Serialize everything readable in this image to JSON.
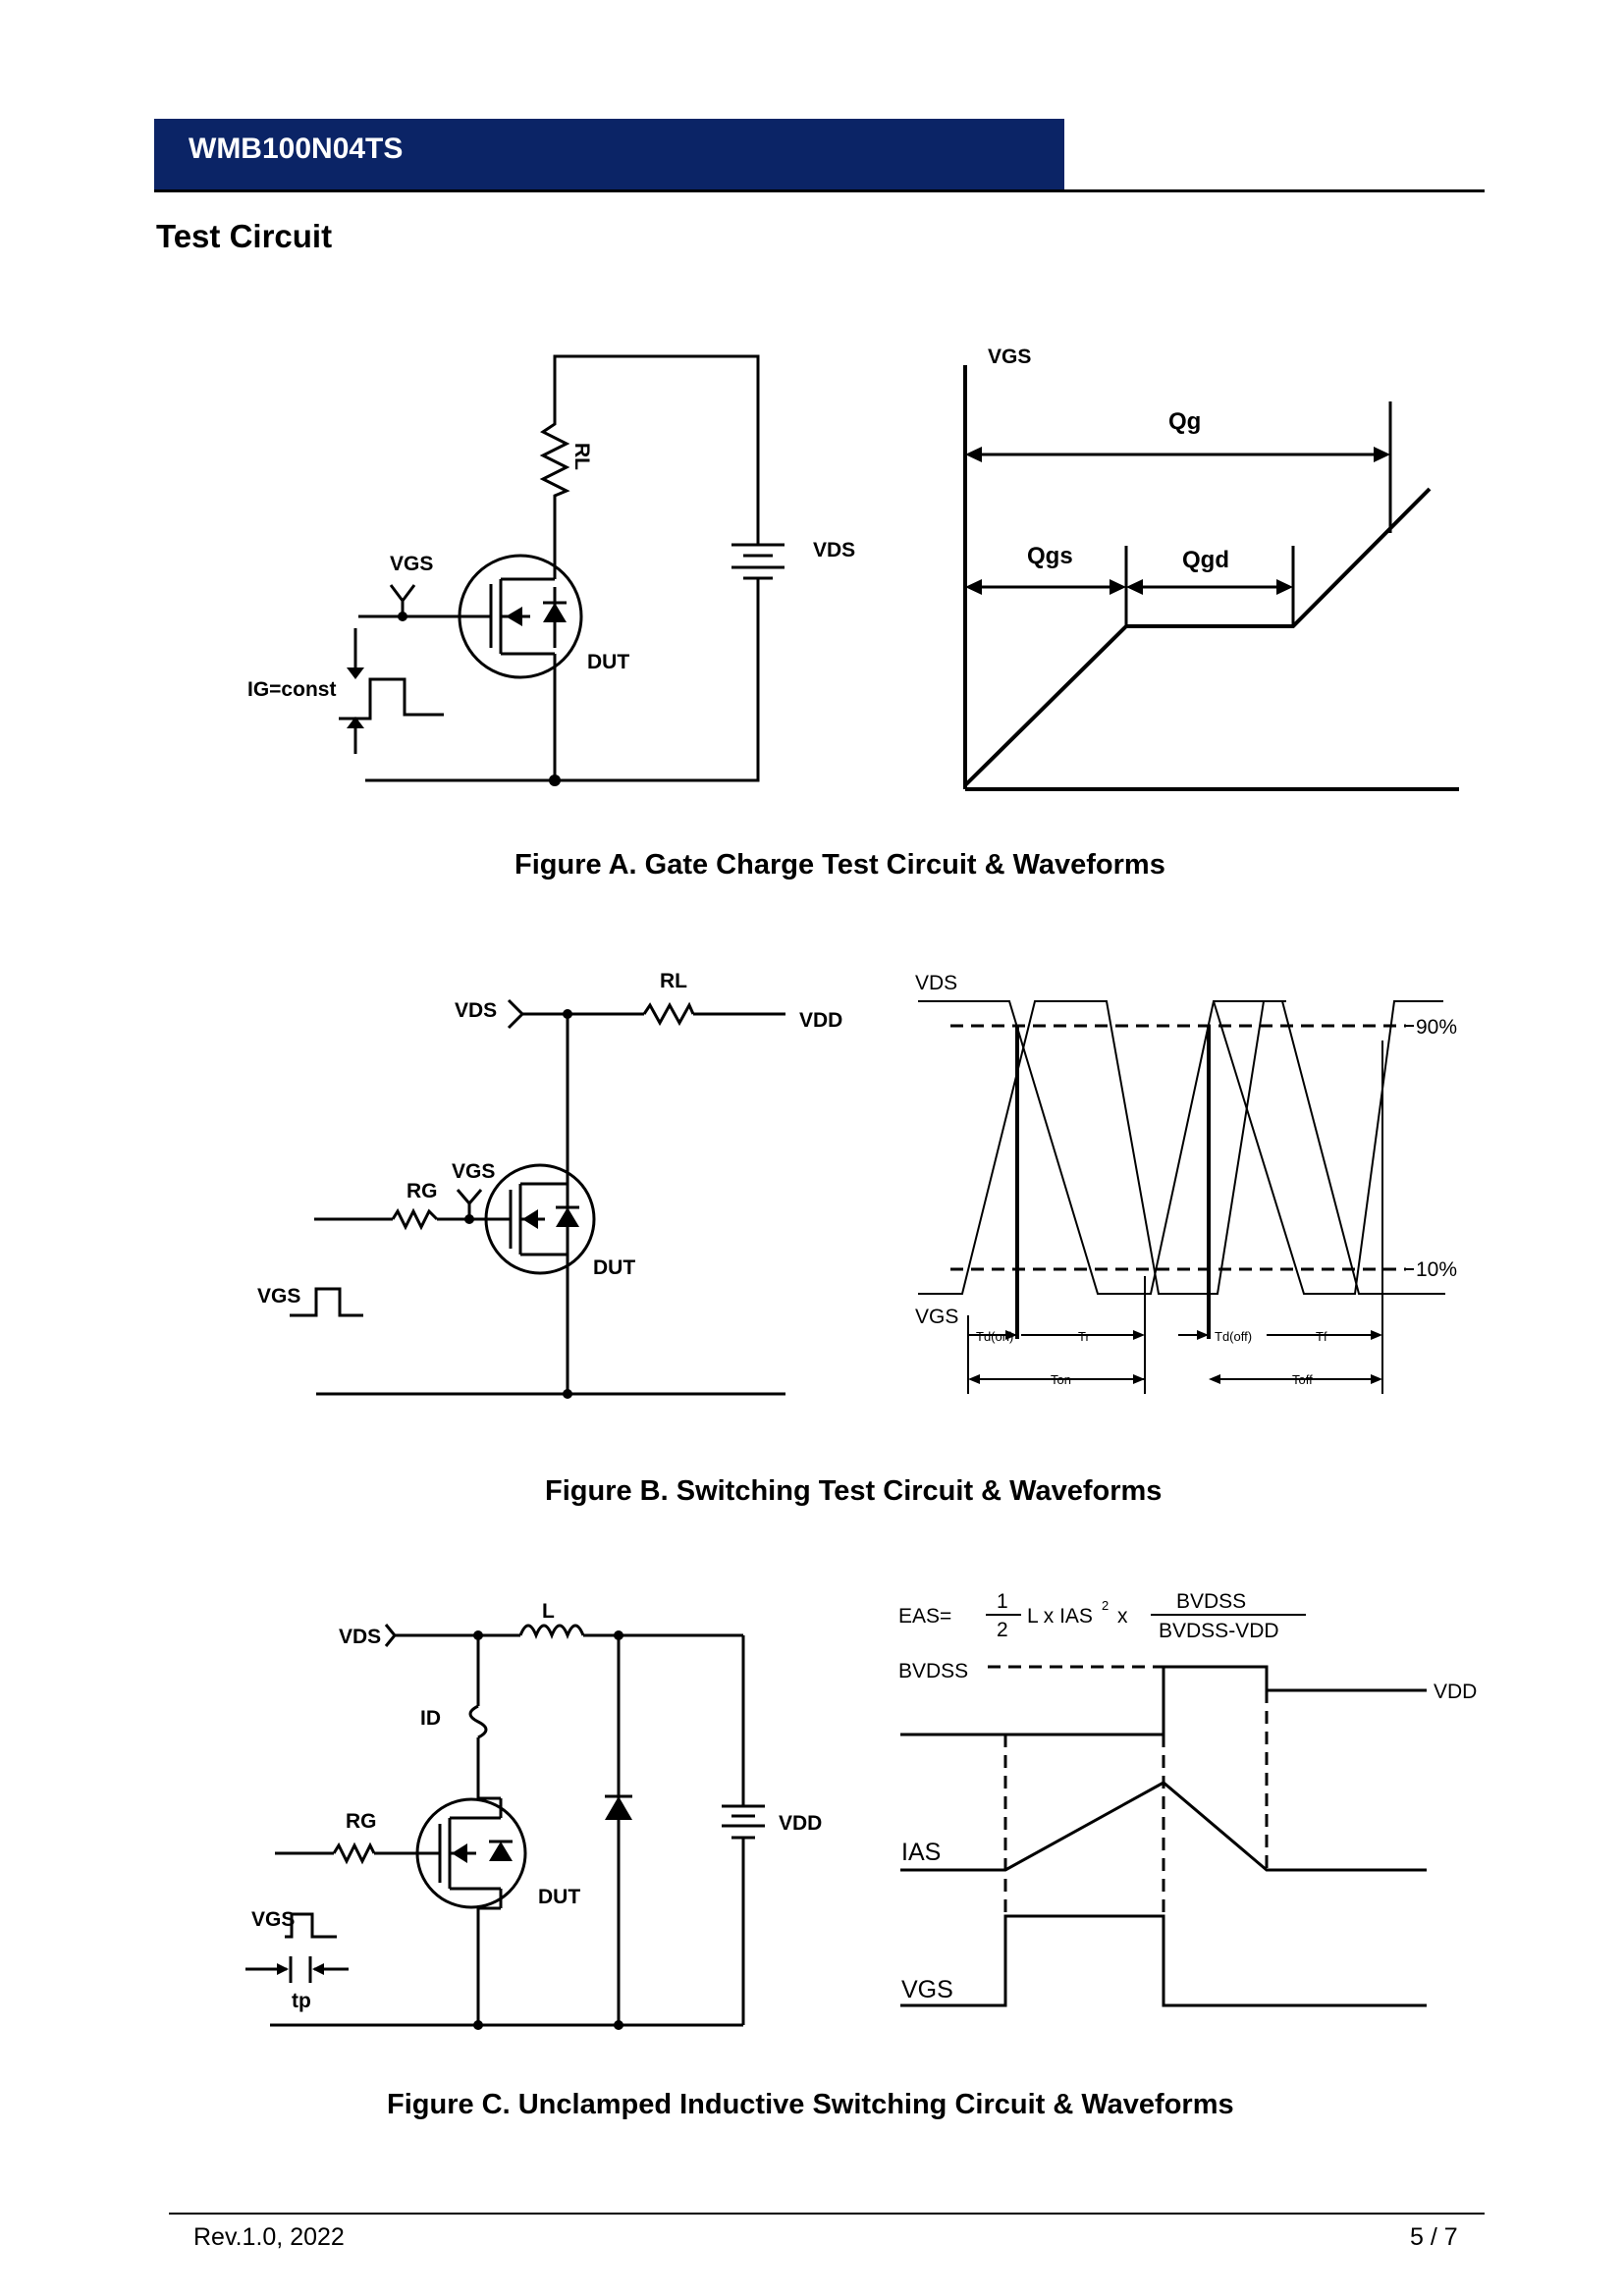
{
  "header": {
    "title": "WMB100N04TS"
  },
  "section": {
    "title": "Test Circuit"
  },
  "figure_a": {
    "caption": "Figure A. Gate Charge Test Circuit & Waveforms",
    "circuit": {
      "rl": "RL",
      "vgs": "VGS",
      "vds": "VDS",
      "dut": "DUT",
      "ig": "IG=const"
    },
    "waveform": {
      "vgs": "VGS",
      "qg": "Qg",
      "qgs": "Qgs",
      "qgd": "Qgd"
    }
  },
  "figure_b": {
    "caption": "Figure B. Switching Test Circuit & Waveforms",
    "circuit": {
      "vds": "VDS",
      "rl": "RL",
      "vdd": "VDD",
      "vgs_node": "VGS",
      "rg": "RG",
      "dut": "DUT",
      "vgs_pulse": "VGS"
    },
    "waveform": {
      "vds": "VDS",
      "vgs": "VGS",
      "p90": "90%",
      "p10": "10%",
      "td_on": "Td(on)",
      "tr": "Tr",
      "td_off": "Td(off)",
      "tf": "Tf",
      "ton": "Ton",
      "toff": "Toff"
    }
  },
  "figure_c": {
    "caption": "Figure C. Unclamped Inductive Switching Circuit & Waveforms",
    "circuit": {
      "vds": "VDS",
      "l": "L",
      "id": "ID",
      "rg": "RG",
      "dut": "DUT",
      "vdd": "VDD",
      "vgs": "VGS",
      "tp": "tp"
    },
    "waveform": {
      "eas": "EAS=",
      "num": "1",
      "den": "2",
      "l_ias": "L x IAS",
      "sq": "2",
      "x": "x",
      "bvdss_num": "BVDSS",
      "bvdss_den": "BVDSS-VDD",
      "bvdss": "BVDSS",
      "vdd": "VDD",
      "ias": "IAS",
      "vgs": "VGS"
    }
  },
  "footer": {
    "revision": "Rev.1.0, 2022",
    "page": "5 / 7"
  }
}
